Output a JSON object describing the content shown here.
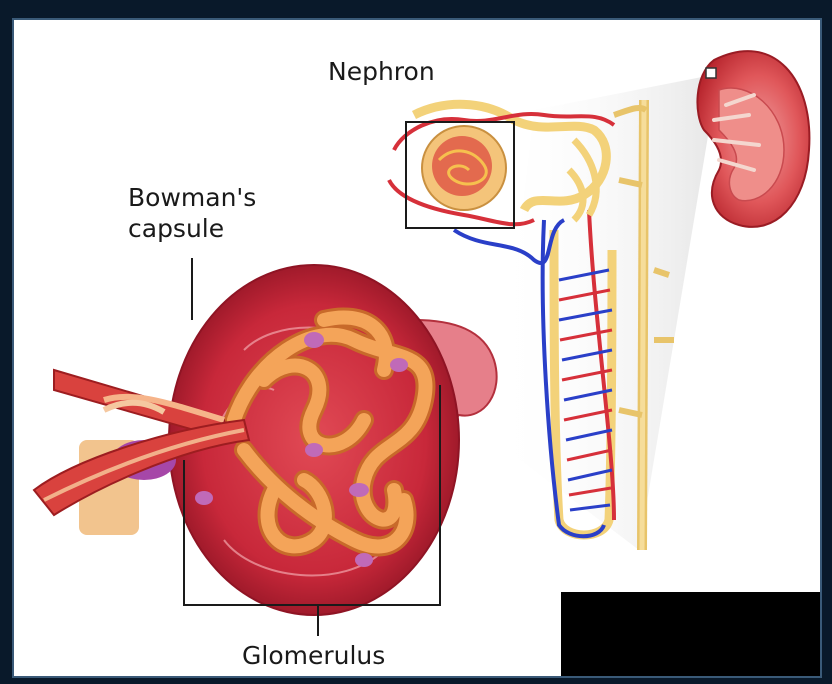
{
  "labels": {
    "nephron": "Nephron",
    "bowmans_line1": "Bowman's",
    "bowmans_line2": "capsule",
    "glomerulus": "Glomerulus"
  },
  "colors": {
    "frame": "#09192a",
    "capsule_red": "#c8283a",
    "glomerulus_orange": "#f19a4c",
    "artery_red": "#d6303a",
    "vein_blue": "#2a3fc8",
    "tubule_yellow": "#f3d27a"
  }
}
